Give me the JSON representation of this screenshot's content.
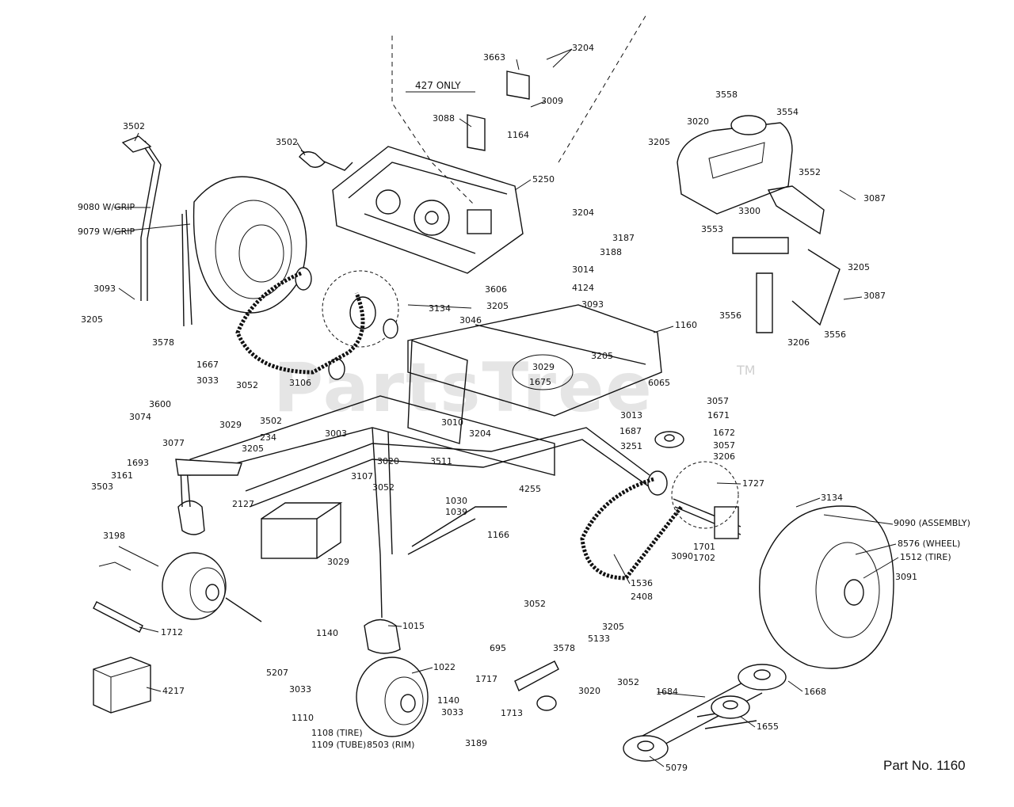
{
  "diagram": {
    "note": "427 ONLY",
    "part_number": "Part No. 1160",
    "watermark": "PartsTree",
    "watermark_tm": "TM",
    "callouts": [
      "3663",
      "3204",
      "3009",
      "3088",
      "1164",
      "5250",
      "3502",
      "3502",
      "9080 W/GRIP",
      "9079 W/GRIP",
      "3093",
      "3205",
      "3578",
      "1667",
      "3033",
      "3052",
      "3600",
      "3074",
      "3077",
      "1693",
      "3161",
      "3503",
      "3204",
      "3187",
      "3188",
      "3014",
      "4124",
      "3606",
      "3205",
      "3093",
      "3134",
      "3046",
      "1160",
      "3205",
      "3029",
      "1675",
      "6065",
      "3057",
      "3013",
      "1671",
      "1687",
      "1672",
      "3251",
      "3057",
      "3206",
      "3106",
      "3502",
      "234",
      "3003",
      "3010",
      "3204",
      "3205",
      "3020",
      "3511",
      "3029",
      "3107",
      "3052",
      "2127",
      "1030",
      "1039",
      "4255",
      "1727",
      "3134",
      "1166",
      "3029",
      "3198",
      "1712",
      "3090",
      "1701",
      "1702",
      "9090 (ASSEMBLY)",
      "8576 (WHEEL)",
      "1512 (TIRE)",
      "3091",
      "1536",
      "2408",
      "3052",
      "3205",
      "5133",
      "695",
      "3578",
      "1015",
      "1140",
      "5207",
      "3033",
      "1022",
      "1717",
      "3020",
      "3052",
      "1110",
      "1140",
      "3033",
      "1108 (TIRE)",
      "1109 (TUBE)",
      "8503 (RIM)",
      "3189",
      "1713",
      "4217",
      "1684",
      "1668",
      "1655",
      "5079",
      "3558",
      "3554",
      "3020",
      "3205",
      "3552",
      "3087",
      "3300",
      "3553",
      "3205",
      "3087",
      "3556",
      "3206",
      "3556"
    ]
  }
}
